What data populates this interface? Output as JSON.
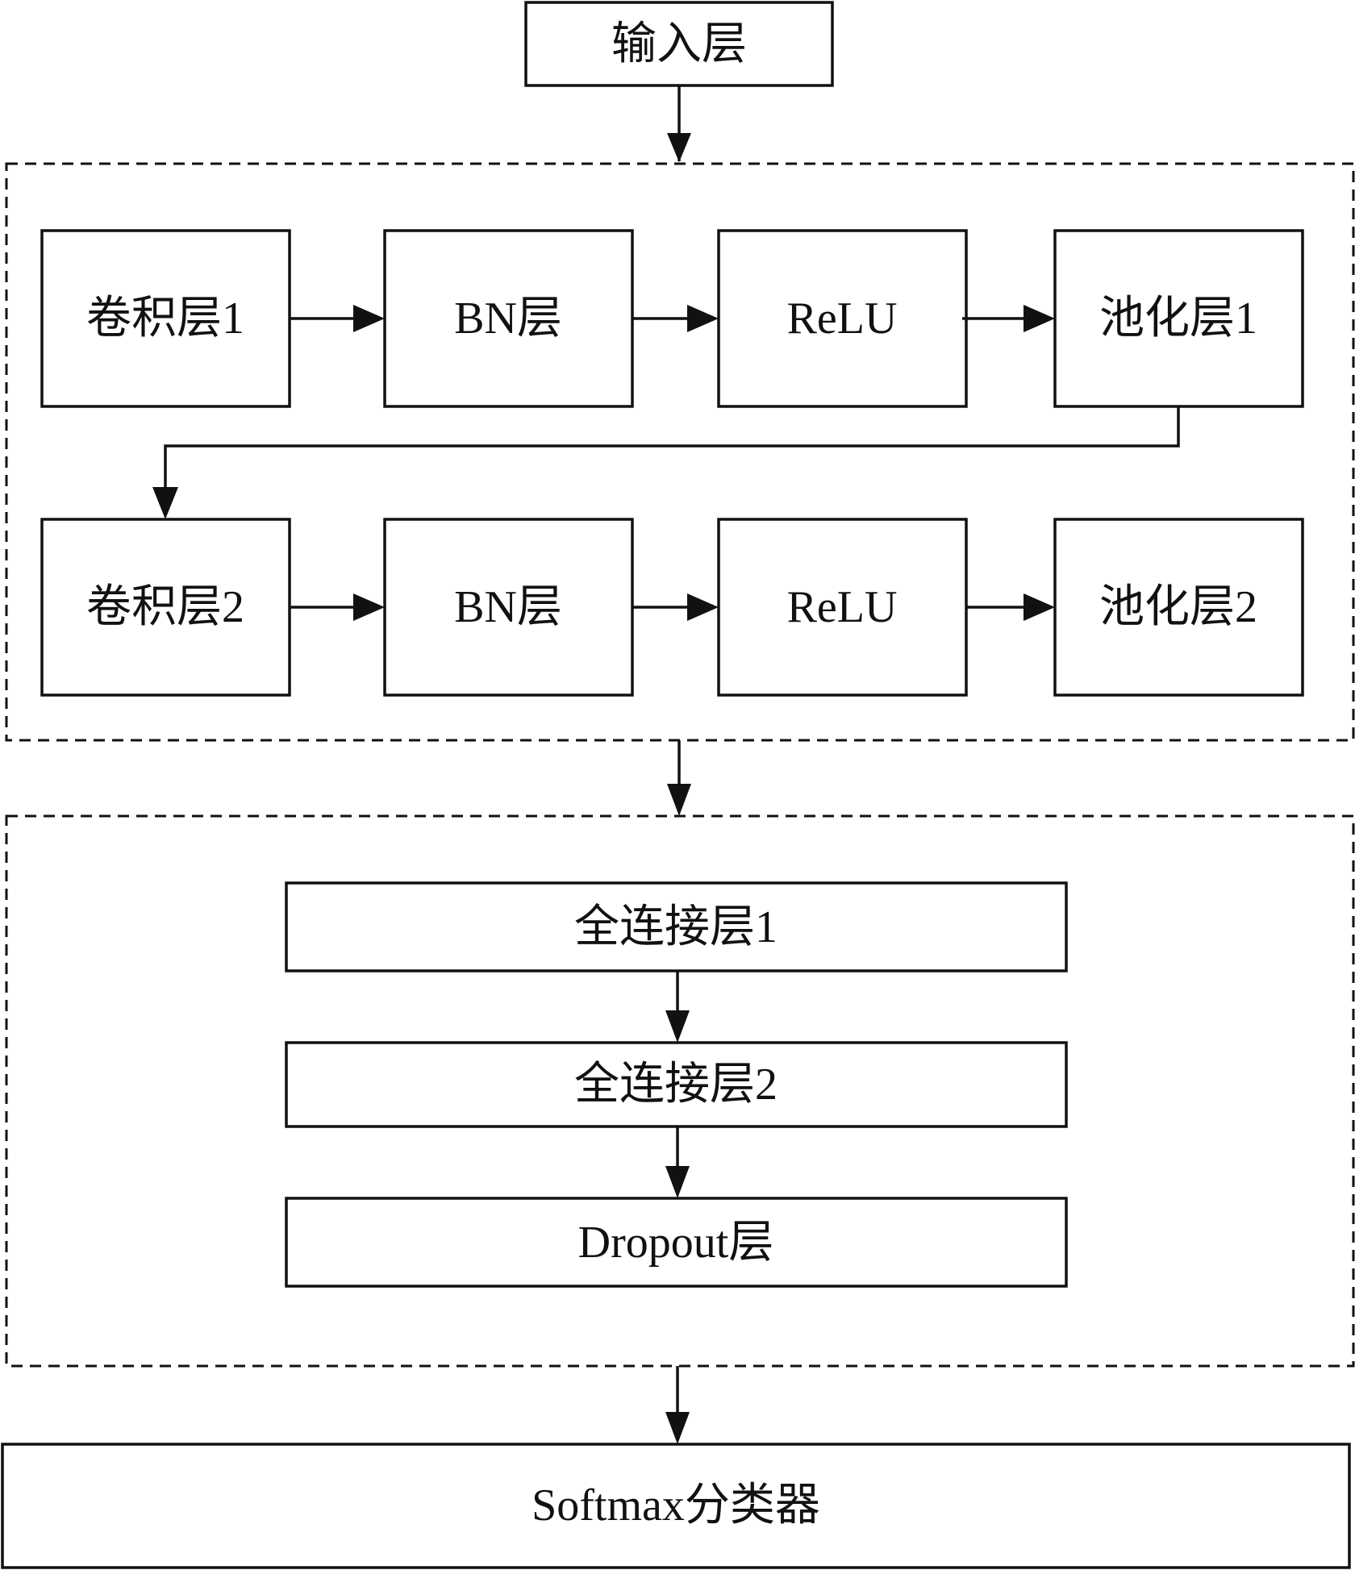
{
  "input_layer": {
    "label": "输入层"
  },
  "conv_block": {
    "row1": {
      "conv": "卷积层1",
      "bn": "BN层",
      "relu": "ReLU",
      "pool": "池化层1"
    },
    "row2": {
      "conv": "卷积层2",
      "bn": "BN层",
      "relu": "ReLU",
      "pool": "池化层2"
    }
  },
  "fc_block": {
    "fc1": "全连接层1",
    "fc2": "全连接层2",
    "dropout": "Dropout层"
  },
  "output_layer": {
    "label": "Softmax分类器"
  },
  "colors": {
    "stroke": "#111111",
    "background": "#ffffff"
  }
}
